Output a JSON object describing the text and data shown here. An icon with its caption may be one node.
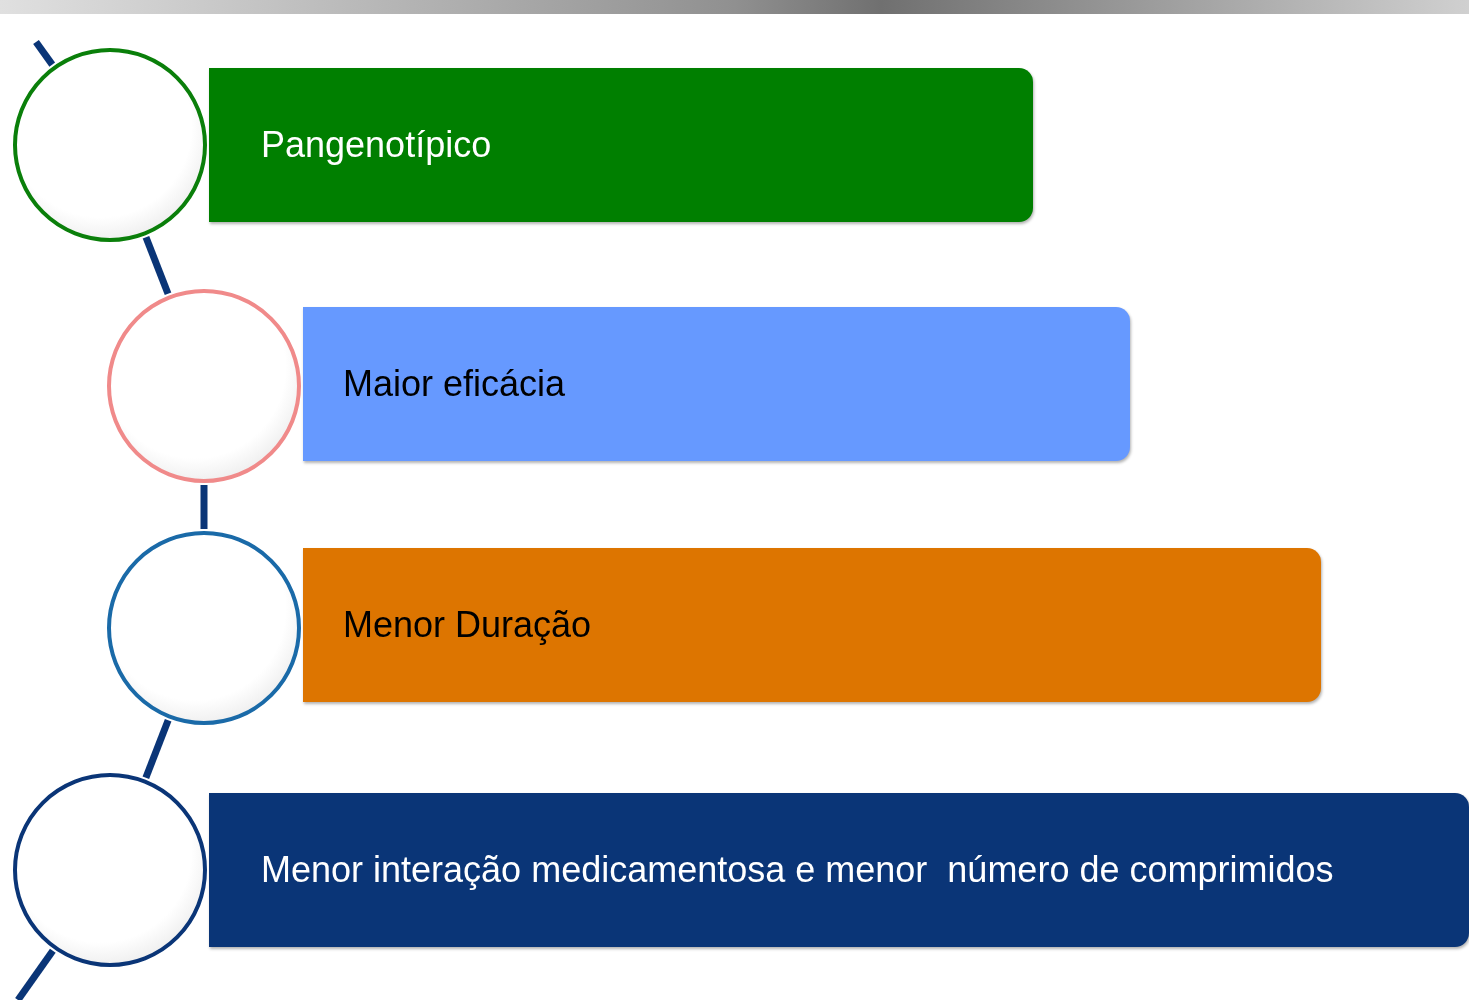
{
  "diagram": {
    "nodes": [
      {
        "text": [],
        "shape": "circle"
      },
      {
        "text": [
          "Pangenotípico"
        ]
      },
      {
        "text": [],
        "shape": "circle"
      },
      {
        "text": [
          "Maior eficácia"
        ]
      },
      {
        "text": [],
        "shape": "circle"
      },
      {
        "text": [
          "Menor Duração"
        ]
      },
      {
        "text": [],
        "shape": "circle"
      },
      {
        "text": [
          "Menor interação medicamentosa e menor  número de comprimidos"
        ]
      }
    ],
    "edges": [
      {
        "from": null,
        "to": 0,
        "arrow": "none"
      },
      {
        "from": 0,
        "to": 2,
        "arrow": "none"
      },
      {
        "from": 2,
        "to": 4,
        "arrow": "none"
      },
      {
        "from": 4,
        "to": 6,
        "arrow": "none"
      },
      {
        "from": 6,
        "to": null,
        "arrow": "none"
      }
    ]
  }
}
